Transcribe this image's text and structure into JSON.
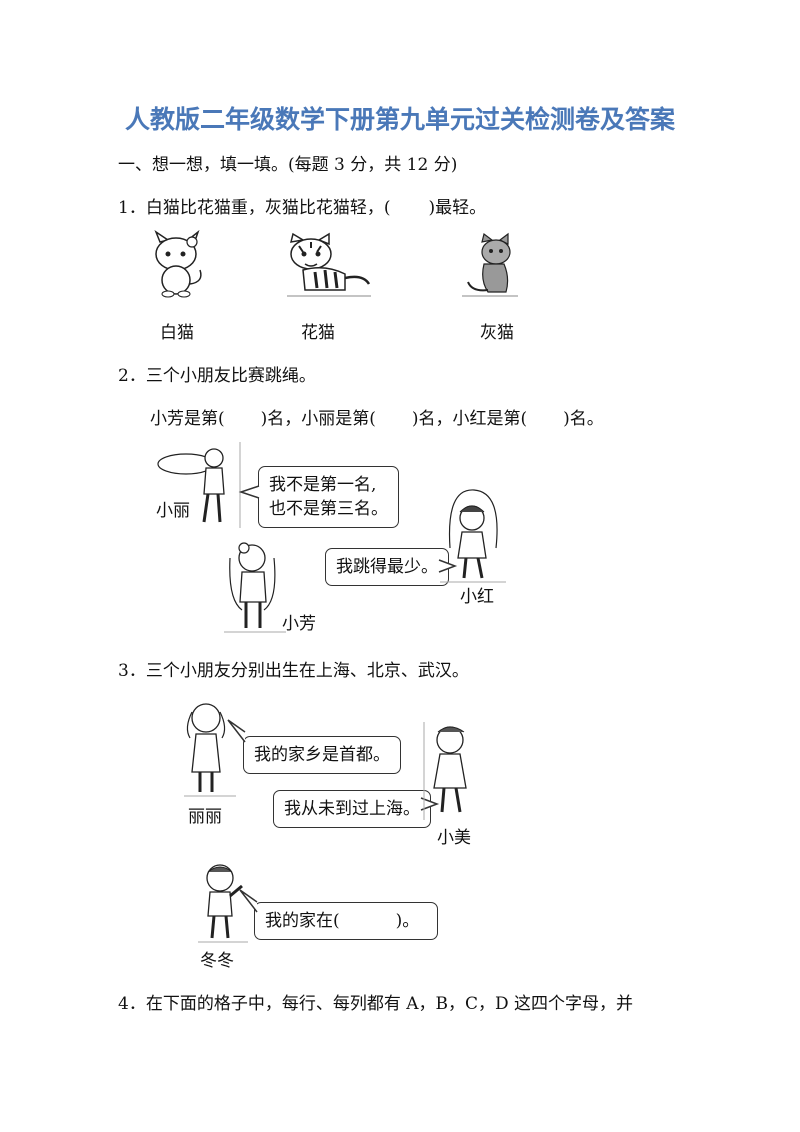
{
  "title": "人教版二年级数学下册第九单元过关检测卷及答案",
  "section1": {
    "heading": "一、想一想，填一填。(每题 3 分，共 12 分)"
  },
  "q1": {
    "num": "1．",
    "text_a": "白猫比花猫重，灰猫比花猫轻，(",
    "text_b": ")最轻。",
    "labels": [
      "白猫",
      "花猫",
      "灰猫"
    ]
  },
  "q2": {
    "num": "2．",
    "text": "三个小朋友比赛跳绳。",
    "fill_a": "小芳是第(",
    "fill_b": ")名，小丽是第(",
    "fill_c": ")名，小红是第(",
    "fill_d": ")名。",
    "bubble1_line1": "我不是第一名,",
    "bubble1_line2": "也不是第三名。",
    "bubble2": "我跳得最少。",
    "names": [
      "小丽",
      "小芳",
      "小红"
    ]
  },
  "q3": {
    "num": "3．",
    "text": "三个小朋友分别出生在上海、北京、武汉。",
    "bubble1": "我的家乡是首都。",
    "bubble2": "我从未到过上海。",
    "bubble3_a": "我的家在(",
    "bubble3_b": ")。",
    "names": [
      "丽丽",
      "小美",
      "冬冬"
    ]
  },
  "q4": {
    "num": "4．",
    "text": "在下面的格子中，每行、每列都有 A，B，C，D 这四个字母，并"
  }
}
